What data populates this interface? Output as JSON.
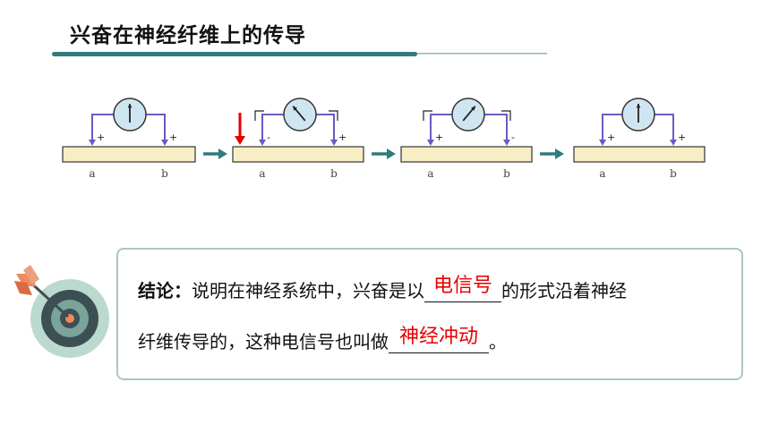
{
  "title": "兴奋在神经纤维上的传导",
  "diagram": {
    "stages": [
      {
        "left_label": "a",
        "right_label": "b",
        "left_sign": "+",
        "right_sign": "+"
      },
      {
        "left_label": "a",
        "right_label": "b",
        "left_sign": "-",
        "right_sign": "+"
      },
      {
        "left_label": "a",
        "right_label": "b",
        "left_sign": "+",
        "right_sign": "-"
      },
      {
        "left_label": "a",
        "right_label": "b",
        "left_sign": "+",
        "right_sign": "+"
      }
    ]
  },
  "conclusion": {
    "label": "结论：",
    "line1_before": "说明在神经系统中，兴奋是以",
    "answer1": "电信号",
    "line1_after": "的形式沿着神经",
    "line2_before": "纤维传导的，这种电信号也叫做",
    "answer2": "神经冲动",
    "line2_after": "。"
  },
  "colors": {
    "accent": "#2e7d7d",
    "answer": "#e60000",
    "fiber": "#f7eec3",
    "meter": "#cfe6f2",
    "wire": "#6a5bc2",
    "stimulus": "#e60000"
  }
}
